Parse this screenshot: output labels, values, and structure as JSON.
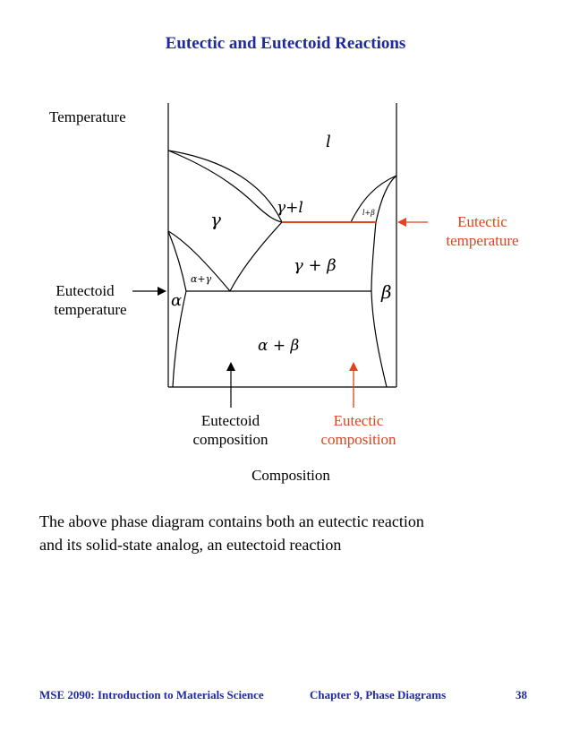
{
  "title": "Eutectic and Eutectoid Reactions",
  "diagram": {
    "temperature_axis_label": "Temperature",
    "composition_axis_label": "Composition",
    "phase_labels": {
      "liquid": "l",
      "gamma": "γ",
      "gamma_plus_liquid": "γ+l",
      "liquid_plus_beta": "l+β",
      "gamma_plus_beta": "γ + β",
      "alpha_plus_gamma": "α+γ",
      "alpha": "α",
      "beta": "β",
      "alpha_plus_beta": "α + β"
    },
    "eutectic_temperature": [
      "Eutectic",
      "temperature"
    ],
    "eutectoid_temperature": [
      "Eutectoid",
      "temperature"
    ],
    "eutectoid_composition": [
      "Eutectoid",
      "composition"
    ],
    "eutectic_composition": [
      "Eutectic",
      "composition"
    ],
    "colors": {
      "accent": "#e2421c",
      "title": "#1f2a9e"
    }
  },
  "description": [
    "The above phase diagram contains both an eutectic reaction",
    "and its solid-state analog, an eutectoid reaction"
  ],
  "footer": {
    "course": "MSE 2090: Introduction to Materials Science",
    "chapter": "Chapter 9, Phase Diagrams",
    "page": "38"
  }
}
